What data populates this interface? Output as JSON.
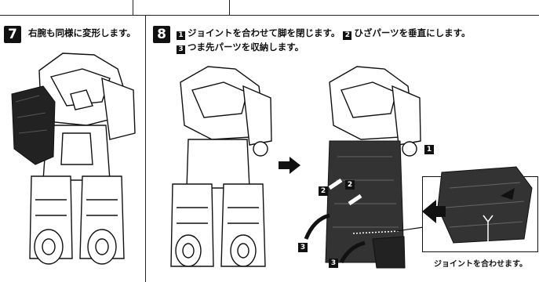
{
  "step7": {
    "number": "7",
    "text": "右腕も同様に変形します。"
  },
  "step8": {
    "number": "8",
    "line1_part1": "ジョイントを合わせて脚を閉じます。",
    "line1_part2": "ひざパーツを垂直にします。",
    "line2": "つま先パーツを収納します。",
    "badge1": "1",
    "badge2": "2",
    "badge3": "3"
  },
  "callouts": {
    "label1": "1",
    "label2a": "2",
    "label2b": "2",
    "label3a": "3",
    "label3b": "3",
    "detail_caption": "ジョイントを合わせます。"
  }
}
